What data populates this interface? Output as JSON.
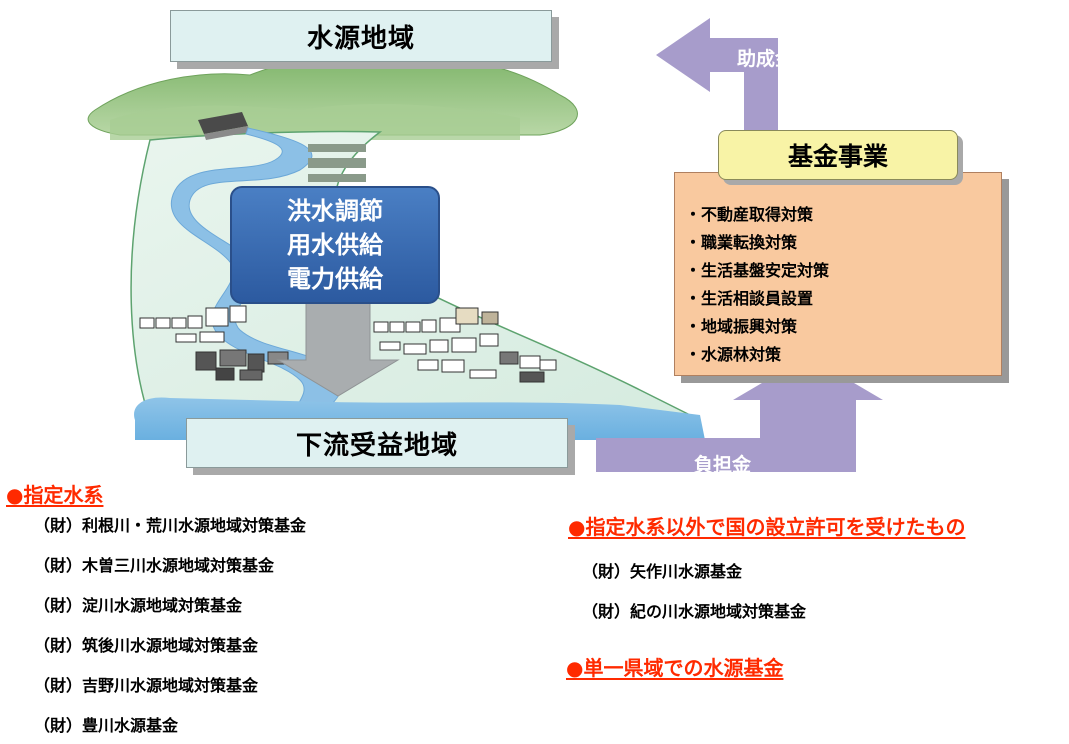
{
  "diagram": {
    "top_label": "水源地域",
    "bottom_label": "下流受益地域",
    "center_box": {
      "line1": "洪水調節",
      "line2": "用水供給",
      "line3": "電力供給"
    },
    "subsidy_label": "助成金",
    "burden_label": "負担金",
    "fund": {
      "title": "基金事業",
      "items": [
        "・不動産取得対策",
        "・職業転換対策",
        "・生活基盤安定対策",
        "・生活相談員設置",
        "・地域振興対策",
        "・水源林対策"
      ]
    }
  },
  "designated": {
    "heading": "●指定水系",
    "items": [
      "（財）利根川・荒川水源地域対策基金",
      "（財）木曽三川水源地域対策基金",
      "（財）淀川水源地域対策基金",
      "（財）筑後川水源地域対策基金",
      "（財）吉野川水源地域対策基金",
      "（財）豊川水源基金"
    ]
  },
  "non_designated": {
    "heading": "●指定水系以外で国の設立許可を受けたもの",
    "items": [
      "（財）矢作川水源基金",
      "（財）紀の川水源地域対策基金"
    ]
  },
  "single_prefecture": {
    "heading": "●単一県域での水源基金"
  },
  "colors": {
    "arrow_purple": "#a79ccb",
    "center_blue": "#2c5aa0",
    "fund_title_yellow": "#f8f3a6",
    "fund_body_orange": "#f9c99f",
    "heading_red": "#ff2a00",
    "label_box_cyan": "#dff1f1"
  },
  "icons": {
    "dam": "dam-icon",
    "flow_arrow": "down-arrow-icon"
  }
}
